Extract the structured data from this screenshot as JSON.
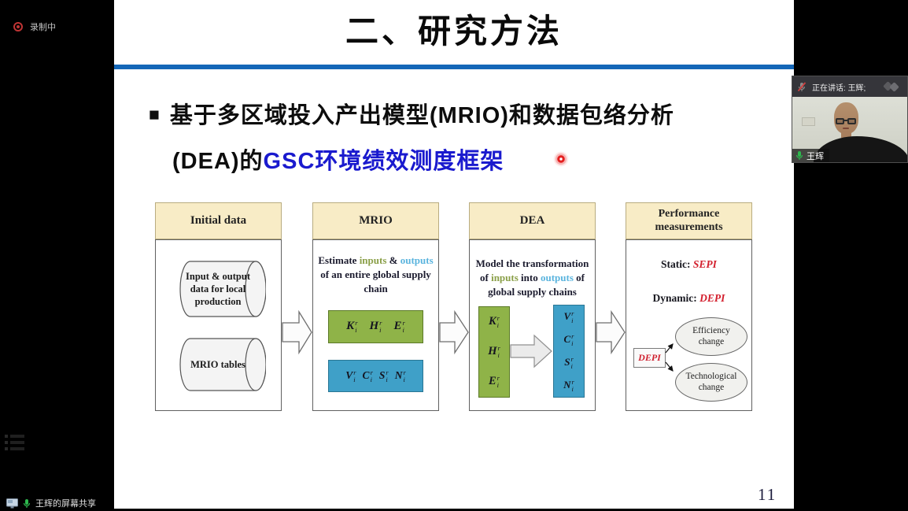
{
  "meeting": {
    "recording_label": "录制中",
    "speaking_status": "正在讲话: 王辉;",
    "participant_name": "王辉",
    "screenshare_label": "王辉的屏幕共享",
    "notification_color": "#e8920a"
  },
  "slide": {
    "title": "二、研究方法",
    "accent_rule_color": "#1467b8",
    "page_number": "11",
    "bullet": {
      "marker": "■",
      "line1": "基于多区域投入产出模型(MRIO)和数据包络分析",
      "line2_segments": [
        {
          "text": "(DEA)的",
          "color": "#0d0d0d"
        },
        {
          "text": "GSC环境绩效测度框架",
          "color": "#1a1ace"
        }
      ]
    },
    "flowchart": {
      "input_color": "#8fb348",
      "output_color": "#3fa0c8",
      "columns": [
        {
          "header": "Initial data",
          "cylinder1": "Input & output\ndata for local\nproduction",
          "cylinder2": "MRIO tables"
        },
        {
          "header": "MRIO",
          "description": [
            {
              "text": "Estimate "
            },
            {
              "text": "inputs",
              "color": "#8a9f48"
            },
            {
              "text": " & "
            },
            {
              "text": "outputs",
              "color": "#5ab4de"
            },
            {
              "text": " of an entire global supply chain"
            }
          ],
          "inputs": [
            {
              "b": "K",
              "sup": "r",
              "sub": "i"
            },
            {
              "b": "H",
              "sup": "r",
              "sub": "i"
            },
            {
              "b": "E",
              "sup": "r",
              "sub": "i"
            }
          ],
          "outputs": [
            {
              "b": "V",
              "sup": "r",
              "sub": "i"
            },
            {
              "b": "C",
              "sup": "r",
              "sub": "i"
            },
            {
              "b": "S",
              "sup": "r",
              "sub": "i"
            },
            {
              "b": "N",
              "sup": "r",
              "sub": "i"
            }
          ]
        },
        {
          "header": "DEA",
          "description": [
            {
              "text": "Model the transformation of "
            },
            {
              "text": "inputs",
              "color": "#8a9f48"
            },
            {
              "text": " into "
            },
            {
              "text": "outputs",
              "color": "#5ab4de"
            },
            {
              "text": " of global supply chains"
            }
          ],
          "inputs": [
            {
              "b": "K",
              "sup": "r",
              "sub": "i"
            },
            {
              "b": "H",
              "sup": "r",
              "sub": "i"
            },
            {
              "b": "E",
              "sup": "r",
              "sub": "i"
            }
          ],
          "outputs": [
            {
              "b": "V",
              "sup": "r",
              "sub": "i"
            },
            {
              "b": "C",
              "sup": "r",
              "sub": "i"
            },
            {
              "b": "S",
              "sup": "r",
              "sub": "i"
            },
            {
              "b": "N",
              "sup": "r",
              "sub": "i"
            }
          ]
        },
        {
          "header": "Performance\nmeasurements",
          "static_line": [
            {
              "text": "Static: "
            },
            {
              "text": "SEPI",
              "color": "#d3202e",
              "italic": true
            }
          ],
          "dynamic_line": [
            {
              "text": "Dynamic: "
            },
            {
              "text": "DEPI",
              "color": "#d3202e",
              "italic": true
            }
          ],
          "depi_label": "DEPI",
          "outcome1": "Efficiency\nchange",
          "outcome2": "Technological\nchange"
        }
      ]
    }
  }
}
